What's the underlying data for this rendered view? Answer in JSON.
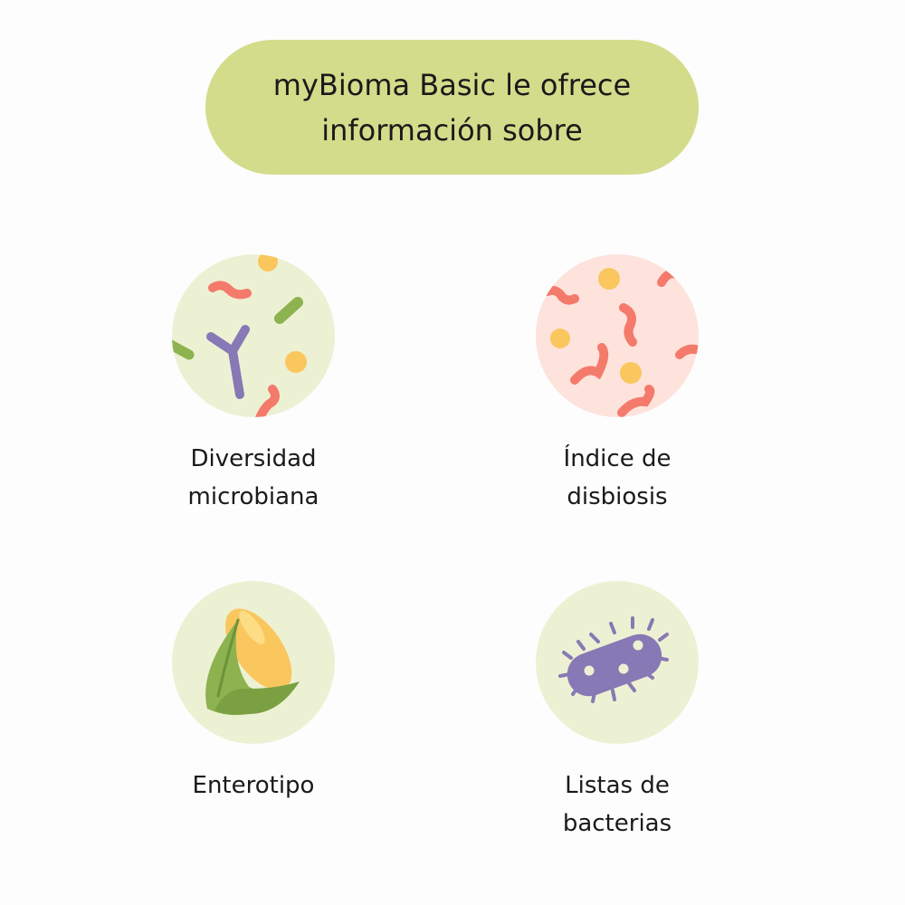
{
  "header": {
    "line1": "myBioma Basic le ofrece",
    "line2": "información sobre"
  },
  "items": [
    {
      "line1": "Diversidad",
      "line2": "microbiana",
      "icon": "microbes-icon"
    },
    {
      "line1": "Índice de",
      "line2": "disbiosis",
      "icon": "worm-bacteria-icon"
    },
    {
      "line1": "Enterotipo",
      "line2": "",
      "icon": "corn-icon"
    },
    {
      "line1": "Listas de",
      "line2": "bacterias",
      "icon": "bacterium-icon"
    }
  ],
  "colors": {
    "header_bg": "#d3dc8a",
    "circle_green": "#edf1d3",
    "circle_pink": "#fde3dc",
    "red": "#f47a6c",
    "yellow": "#fac65e",
    "olive": "#8db250",
    "purple": "#8779b5"
  }
}
